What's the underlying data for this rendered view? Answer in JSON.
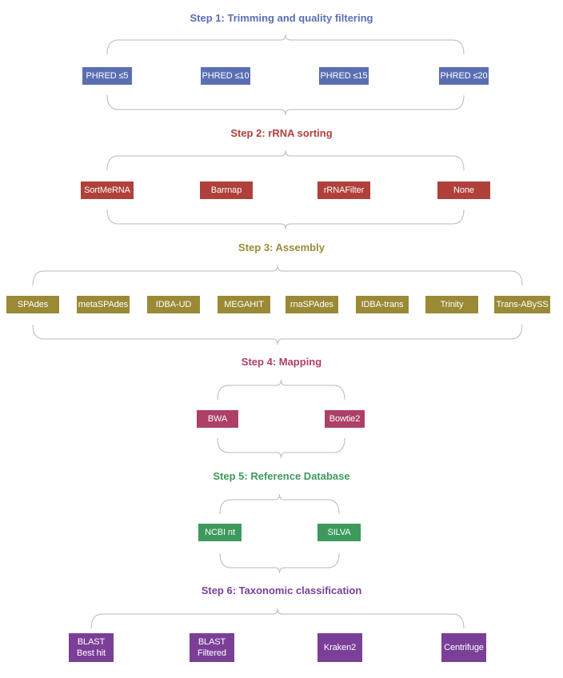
{
  "steps": [
    {
      "title": "Step 1: Trimming and quality filtering",
      "color": "#5a6fb3",
      "options": [
        "PHRED ≤5",
        "PHRED ≤10",
        "PHRED ≤15",
        "PHRED ≤20"
      ]
    },
    {
      "title": "Step 2: rRNA sorting",
      "color": "#b0403a",
      "options": [
        "SortMeRNA",
        "Barrnap",
        "rRNAFilter",
        "None"
      ]
    },
    {
      "title": "Step 3: Assembly",
      "color": "#9a8a36",
      "options": [
        "SPAdes",
        "metaSPAdes",
        "IDBA-UD",
        "MEGAHIT",
        "rnaSPAdes",
        "IDBA-trans",
        "Trinity",
        "Trans-ABySS"
      ]
    },
    {
      "title": "Step 4: Mapping",
      "color": "#ad3f69",
      "options": [
        "BWA",
        "Bowtie2"
      ]
    },
    {
      "title": "Step 5: Reference Database",
      "color": "#3d9a5c",
      "options": [
        "NCBI nt",
        "SILVA"
      ]
    },
    {
      "title": "Step 6: Taxonomic classification",
      "color": "#7b3f98",
      "options": [
        [
          "BLAST",
          "Best hit"
        ],
        [
          "BLAST",
          "Filtered"
        ],
        "Kraken2",
        "Centrifuge"
      ]
    }
  ]
}
